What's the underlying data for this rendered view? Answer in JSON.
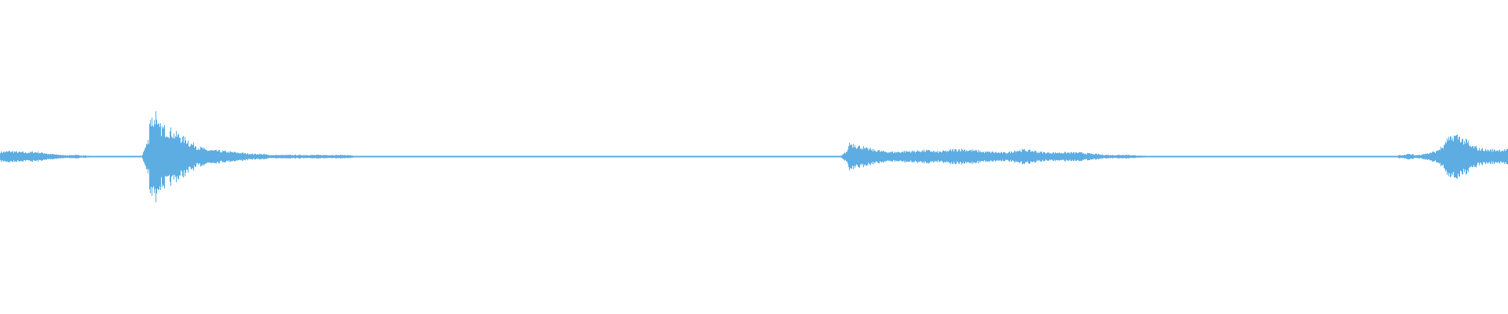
{
  "chart_data": {
    "type": "area",
    "description_kind": "audio-waveform",
    "color": "#5DADE2",
    "background": "#ffffff",
    "ylim": [
      -1,
      1
    ],
    "grid": false,
    "legend": "none",
    "peak_amplitude_bins": [
      0.035,
      0.04,
      0.035,
      0.03,
      0.035,
      0.03,
      0.02,
      0.015,
      0.01,
      0.012,
      0.01,
      0.006,
      0.004,
      0.004,
      0.004,
      0.004,
      0.004,
      0.004,
      0.004,
      0.29,
      0.22,
      0.2,
      0.17,
      0.14,
      0.1,
      0.07,
      0.05,
      0.045,
      0.04,
      0.035,
      0.03,
      0.025,
      0.02,
      0.02,
      0.012,
      0.012,
      0.012,
      0.012,
      0.012,
      0.012,
      0.012,
      0.012,
      0.012,
      0.012,
      0.012,
      0.003,
      0.003,
      0.003,
      0.003,
      0.003,
      0.003,
      0.003,
      0.003,
      0.003,
      0.003,
      0.003,
      0.003,
      0.003,
      0.003,
      0.003,
      0.003,
      0.003,
      0.003,
      0.003,
      0.003,
      0.003,
      0.003,
      0.003,
      0.003,
      0.003,
      0.003,
      0.003,
      0.003,
      0.003,
      0.003,
      0.003,
      0.003,
      0.003,
      0.003,
      0.003,
      0.003,
      0.003,
      0.003,
      0.003,
      0.003,
      0.003,
      0.003,
      0.003,
      0.003,
      0.003,
      0.003,
      0.003,
      0.003,
      0.003,
      0.003,
      0.003,
      0.003,
      0.003,
      0.003,
      0.003,
      0.003,
      0.003,
      0.003,
      0.003,
      0.003,
      0.003,
      0.003,
      0.003,
      0.1,
      0.08,
      0.06,
      0.05,
      0.04,
      0.035,
      0.035,
      0.04,
      0.04,
      0.045,
      0.045,
      0.035,
      0.04,
      0.05,
      0.055,
      0.05,
      0.045,
      0.035,
      0.035,
      0.03,
      0.03,
      0.045,
      0.05,
      0.045,
      0.035,
      0.03,
      0.03,
      0.03,
      0.03,
      0.03,
      0.025,
      0.02,
      0.015,
      0.012,
      0.012,
      0.015,
      0.01,
      0.008,
      0.003,
      0.003,
      0.003,
      0.003,
      0.003,
      0.003,
      0.003,
      0.003,
      0.003,
      0.003,
      0.003,
      0.003,
      0.003,
      0.003,
      0.003,
      0.003,
      0.003,
      0.003,
      0.003,
      0.003,
      0.003,
      0.003,
      0.003,
      0.003,
      0.003,
      0.003,
      0.003,
      0.003,
      0.003,
      0.003,
      0.003,
      0.003,
      0.01,
      0.02,
      0.01,
      0.02,
      0.03,
      0.05,
      0.12,
      0.16,
      0.13,
      0.08,
      0.06,
      0.05,
      0.05,
      0.05
    ]
  }
}
